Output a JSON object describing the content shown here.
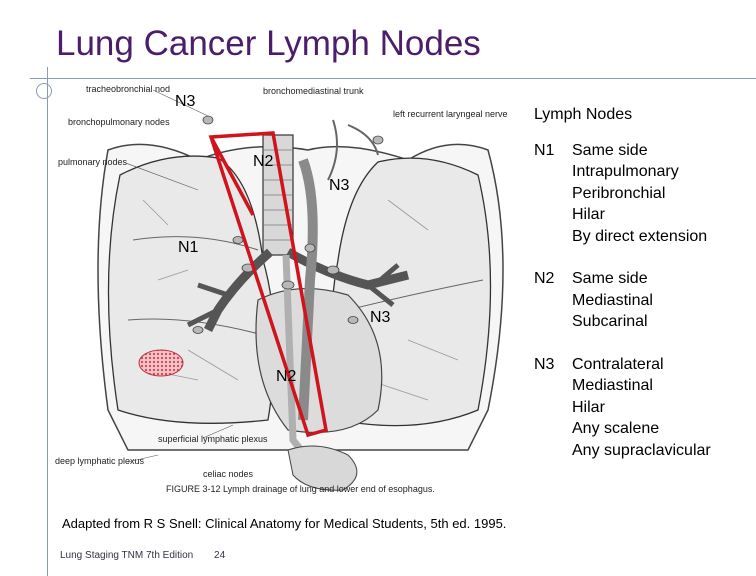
{
  "slide": {
    "title": "Lung Cancer Lymph Nodes",
    "credit": "Adapted from R S Snell:  Clinical Anatomy for Medical Students, 5th ed.  1995.",
    "footer_text": "Lung Staging TNM 7th Edition",
    "page_number": "24"
  },
  "diagram": {
    "anatomy_labels": {
      "tracheobronchial": "tracheobronchial nod",
      "bronchomediastinal": "bronchomediastinal trunk",
      "recurrent_nerve": "left recurrent laryngeal nerve",
      "bronchopulmonary": "bronchopulmonary nodes",
      "pulmonary": "pulmonary nodes",
      "superficial": "superficial lymphatic plexus",
      "deep": "deep lymphatic plexus",
      "celiac": "celiac nodes",
      "figure_caption": "FIGURE 3-12   Lymph drainage of lung and lower end of esophagus."
    },
    "node_labels": {
      "n3_top": "N3",
      "n2_upper": "N2",
      "n3_center": "N3",
      "n1_left": "N1",
      "n3_right": "N3",
      "n2_lower": "N2"
    },
    "colors": {
      "station_outline": "#d0141c",
      "tumor_fill": "#e06070"
    }
  },
  "legend": {
    "heading": "Lymph Nodes",
    "groups": [
      {
        "code": "N1",
        "items": [
          "Same side",
          "Intrapulmonary",
          "Peribronchial",
          "Hilar",
          "By direct extension"
        ]
      },
      {
        "code": "N2",
        "items": [
          "Same side",
          "Mediastinal",
          "Subcarinal"
        ]
      },
      {
        "code": "N3",
        "items": [
          "Contralateral",
          "Mediastinal",
          "Hilar",
          "Any scalene",
          "Any supraclavicular"
        ]
      }
    ]
  }
}
